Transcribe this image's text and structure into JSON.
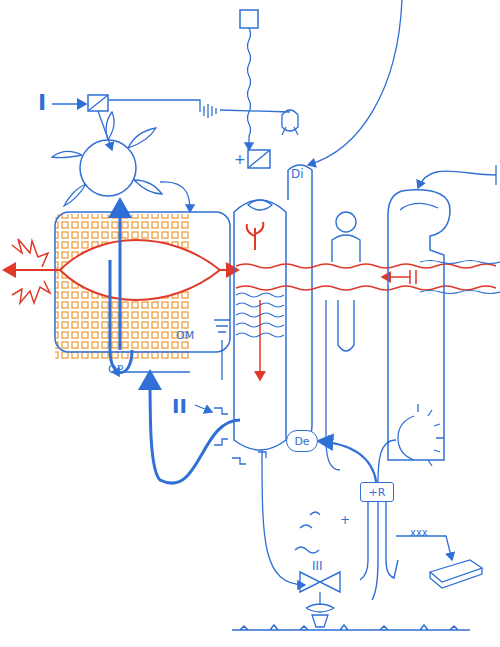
{
  "diagram": {
    "nodes": [
      {
        "text": [
          "De"
        ]
      },
      {
        "text": [
          "+R"
        ]
      }
    ],
    "edges": [
      {
        "from": 1,
        "to": 0,
        "arrow": "to"
      }
    ],
    "labels": [
      "I",
      "+",
      "Di",
      "OM",
      "OP",
      "II",
      "+",
      "+",
      "III",
      "xxx"
    ]
  }
}
